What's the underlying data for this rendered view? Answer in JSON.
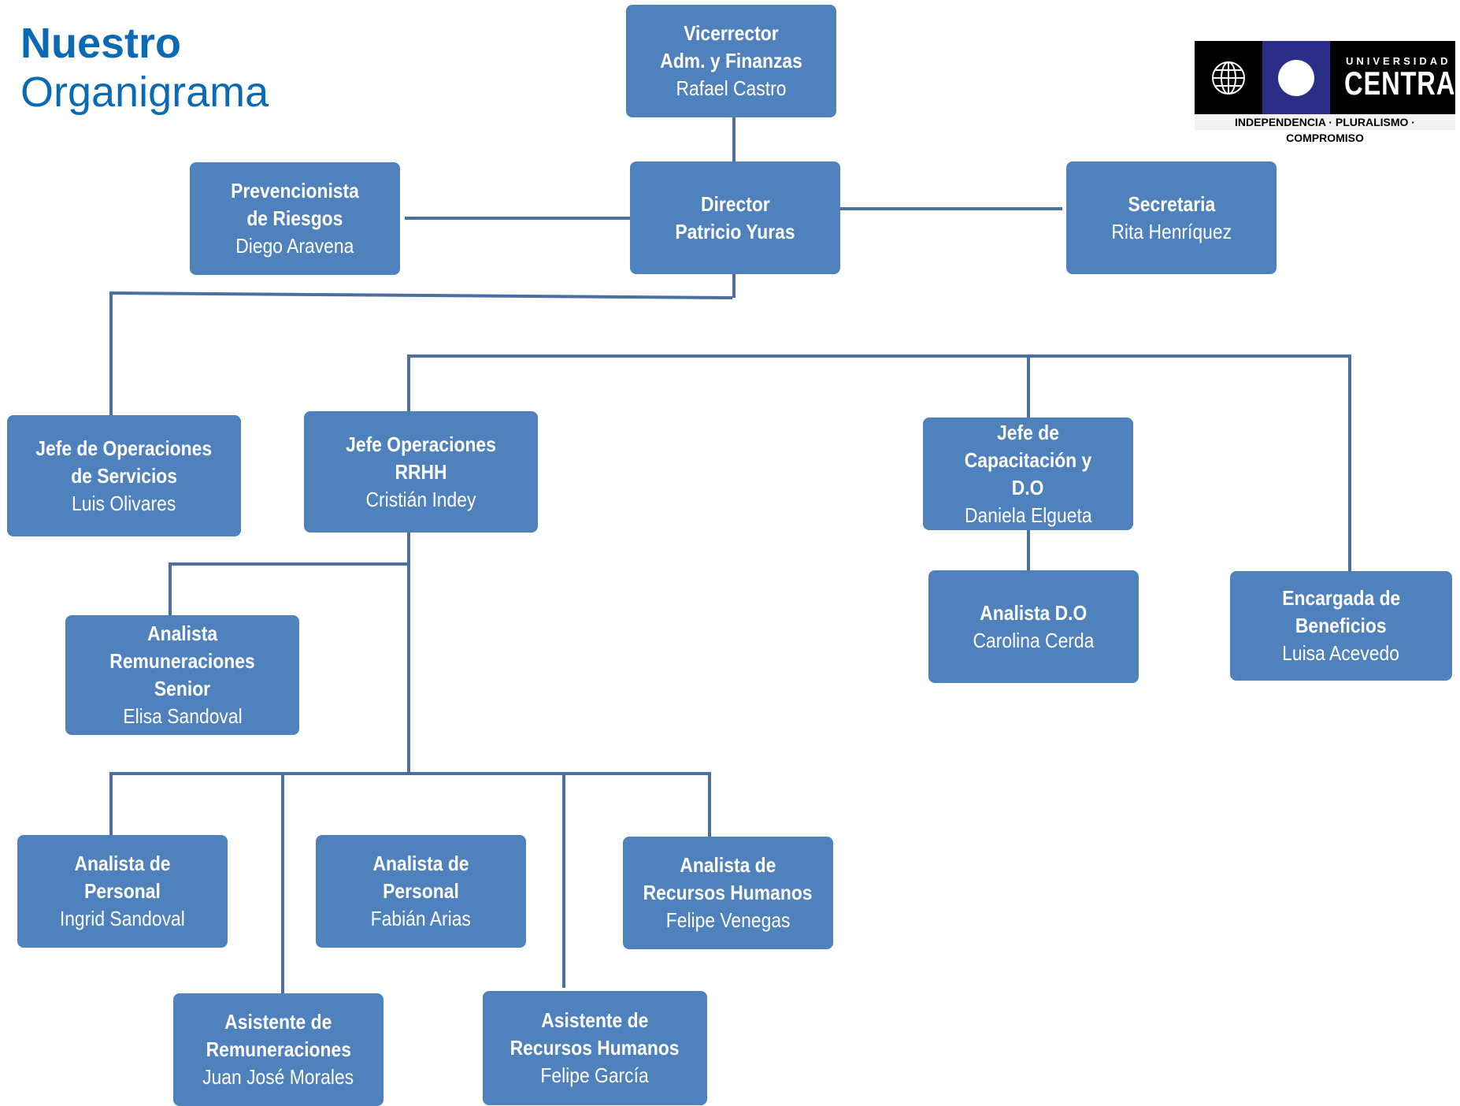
{
  "header": {
    "title_line1": "Nuestro",
    "title_line2": "Organigrama"
  },
  "logo": {
    "university": "UNIVERSIDAD",
    "name": "CENTRAL",
    "tagline": "INDEPENDENCIA · PLURALISMO · COMPROMISO"
  },
  "colors": {
    "box": "#4f81bd",
    "line": "#4a6fa0",
    "title": "#0a6ab3"
  },
  "org": {
    "vicerrector": {
      "role1": "Vicerrector",
      "role2": "Adm. y Finanzas",
      "name": "Rafael Castro"
    },
    "director": {
      "role1": "Director",
      "role2": "Patricio Yuras"
    },
    "prevencionista": {
      "role1": "Prevencionista",
      "role2": "de Riesgos",
      "name": "Diego Aravena"
    },
    "secretaria": {
      "role1": "Secretaria",
      "name": "Rita Henríquez"
    },
    "jefe_servicios": {
      "role1": "Jefe de Operaciones",
      "role2": "de Servicios",
      "name": "Luis Olivares"
    },
    "jefe_rrhh": {
      "role1": "Jefe Operaciones RRHH",
      "name": "Cristián Indey"
    },
    "jefe_capacitacion": {
      "role1": "Jefe de Capacitación y",
      "role2": "D.O",
      "name": "Daniela Elgueta"
    },
    "analista_do": {
      "role1": "Analista D.O",
      "name": "Carolina Cerda"
    },
    "encargada_beneficios": {
      "role1": "Encargada de",
      "role2": "Beneficios",
      "name": "Luisa Acevedo"
    },
    "analista_rem_senior": {
      "role1": "Analista",
      "role2": "Remuneraciones Senior",
      "name": "Elisa Sandoval"
    },
    "analista_personal_1": {
      "role1": "Analista de Personal",
      "name": "Ingrid Sandoval"
    },
    "analista_personal_2": {
      "role1": "Analista de Personal",
      "name": "Fabián Arias"
    },
    "analista_rrhh": {
      "role1": "Analista de",
      "role2": "Recursos Humanos",
      "name": "Felipe Venegas"
    },
    "asistente_rem": {
      "role1": "Asistente de",
      "role2": "Remuneraciones",
      "name": "Juan José Morales"
    },
    "asistente_rrhh": {
      "role1": "Asistente de",
      "role2": "Recursos Humanos",
      "name": "Felipe García"
    }
  }
}
